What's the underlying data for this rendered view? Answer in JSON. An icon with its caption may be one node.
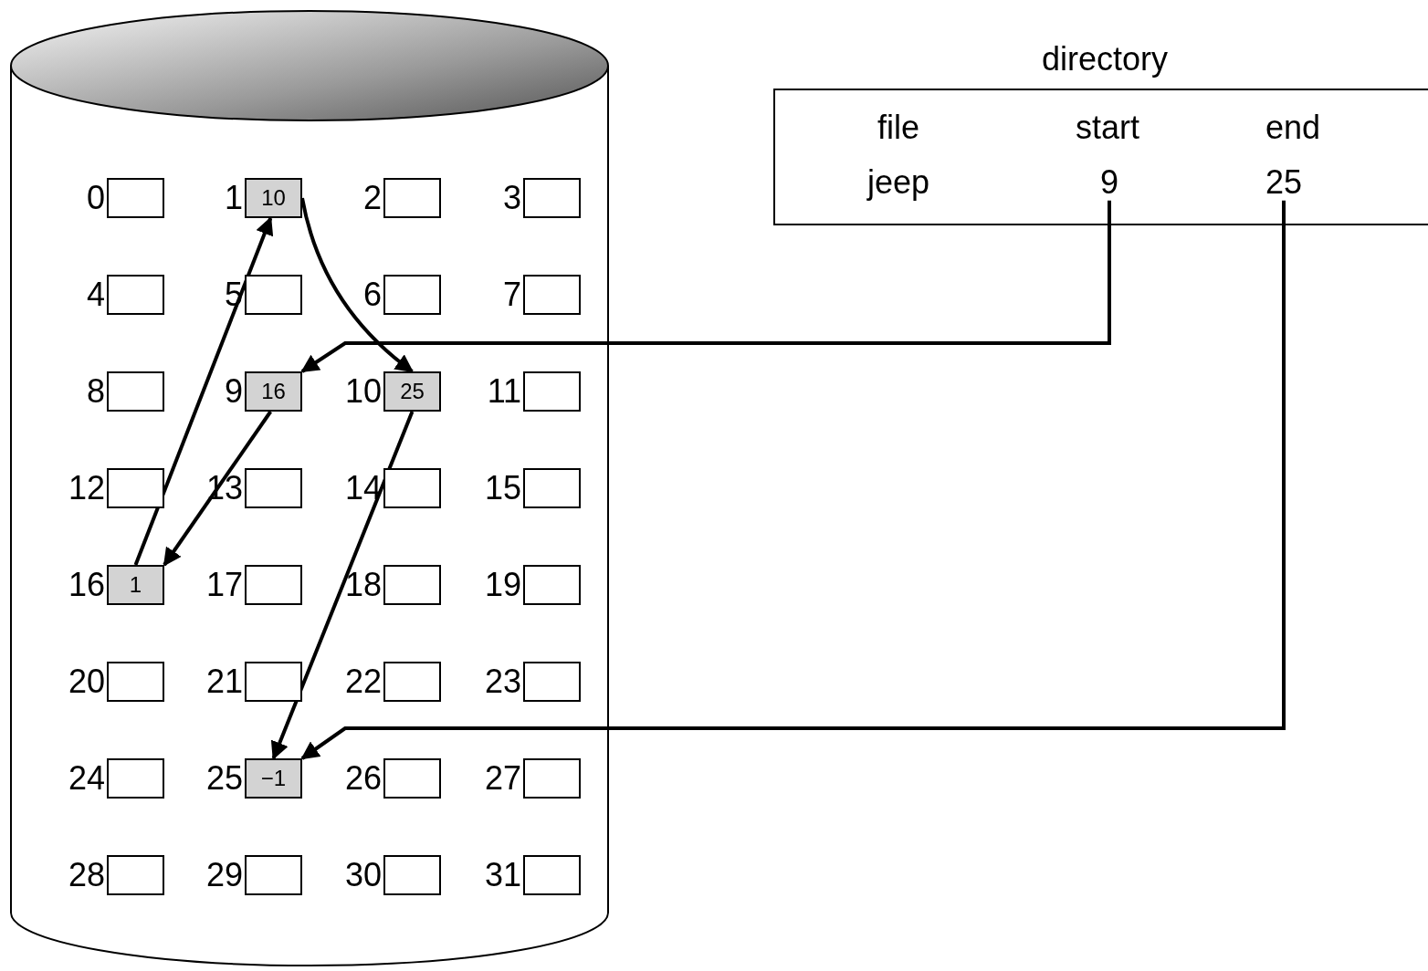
{
  "diagram": {
    "nodes": [
      {
        "text": [],
        "shape": "cylinder"
      },
      {
        "text": [],
        "shape": "box",
        "beside": [
          "0"
        ],
        "in": 0
      },
      {
        "text": [
          "10"
        ],
        "beside": [
          "1"
        ],
        "in": 0
      },
      {
        "text": [],
        "shape": "box",
        "beside": [
          "2"
        ],
        "in": 0
      },
      {
        "text": [],
        "shape": "box",
        "beside": [
          "3"
        ],
        "in": 0
      },
      {
        "text": [],
        "shape": "box",
        "beside": [
          "4"
        ],
        "in": 0
      },
      {
        "text": [],
        "shape": "box",
        "beside": [
          "5"
        ],
        "in": 0
      },
      {
        "text": [],
        "shape": "box",
        "beside": [
          "6"
        ],
        "in": 0
      },
      {
        "text": [],
        "shape": "box",
        "beside": [
          "7"
        ],
        "in": 0
      },
      {
        "text": [],
        "shape": "box",
        "beside": [
          "8"
        ],
        "in": 0
      },
      {
        "text": [
          "16"
        ],
        "beside": [
          "9"
        ],
        "in": 0
      },
      {
        "text": [
          "25"
        ],
        "beside": [
          "10"
        ],
        "in": 0
      },
      {
        "text": [],
        "shape": "box",
        "beside": [
          "11"
        ],
        "in": 0
      },
      {
        "text": [],
        "shape": "box",
        "beside": [
          "12"
        ],
        "in": 0
      },
      {
        "text": [],
        "shape": "box",
        "beside": [
          "13"
        ],
        "in": 0
      },
      {
        "text": [],
        "shape": "box",
        "beside": [
          "14"
        ],
        "in": 0
      },
      {
        "text": [],
        "shape": "box",
        "beside": [
          "15"
        ],
        "in": 0
      },
      {
        "text": [
          "1"
        ],
        "beside": [
          "16"
        ],
        "in": 0
      },
      {
        "text": [],
        "shape": "box",
        "beside": [
          "17"
        ],
        "in": 0
      },
      {
        "text": [],
        "shape": "box",
        "beside": [
          "18"
        ],
        "in": 0
      },
      {
        "text": [],
        "shape": "box",
        "beside": [
          "19"
        ],
        "in": 0
      },
      {
        "text": [],
        "shape": "box",
        "beside": [
          "20"
        ],
        "in": 0
      },
      {
        "text": [],
        "shape": "box",
        "beside": [
          "21"
        ],
        "in": 0
      },
      {
        "text": [],
        "shape": "box",
        "beside": [
          "22"
        ],
        "in": 0
      },
      {
        "text": [],
        "shape": "box",
        "beside": [
          "23"
        ],
        "in": 0
      },
      {
        "text": [],
        "shape": "box",
        "beside": [
          "24"
        ],
        "in": 0
      },
      {
        "text": [
          "−1"
        ],
        "beside": [
          "25"
        ],
        "in": 0
      },
      {
        "text": [],
        "shape": "box",
        "beside": [
          "26"
        ],
        "in": 0
      },
      {
        "text": [],
        "shape": "box",
        "beside": [
          "27"
        ],
        "in": 0
      },
      {
        "text": [],
        "shape": "box",
        "beside": [
          "28"
        ],
        "in": 0
      },
      {
        "text": [],
        "shape": "box",
        "beside": [
          "29"
        ],
        "in": 0
      },
      {
        "text": [],
        "shape": "box",
        "beside": [
          "30"
        ],
        "in": 0
      },
      {
        "text": [],
        "shape": "box",
        "beside": [
          "31"
        ],
        "in": 0
      },
      {
        "text": [
          "directory"
        ]
      },
      {
        "text": [
          "file"
        ],
        "in": 33
      },
      {
        "text": [
          "start"
        ],
        "in": 33
      },
      {
        "text": [
          "end"
        ],
        "in": 33
      },
      {
        "text": [
          "jeep"
        ],
        "in": 33
      },
      {
        "text": [
          "9"
        ],
        "in": 33
      },
      {
        "text": [
          "25"
        ],
        "in": 33
      }
    ],
    "edges": [
      {
        "from": 38,
        "to": 10,
        "arrow": "to"
      },
      {
        "from": 10,
        "to": 17,
        "arrow": "to"
      },
      {
        "from": 17,
        "to": 2,
        "arrow": "to"
      },
      {
        "from": 2,
        "to": 11,
        "arrow": "to"
      },
      {
        "from": 11,
        "to": 26,
        "arrow": "to"
      },
      {
        "from": 39,
        "to": 26,
        "arrow": "to"
      }
    ]
  }
}
